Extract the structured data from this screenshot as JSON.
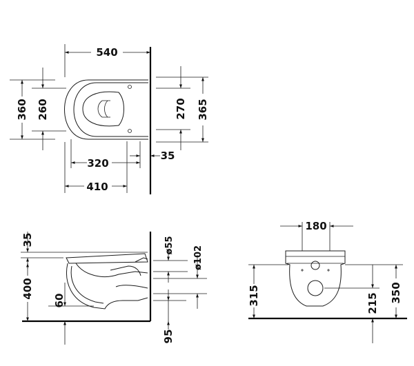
{
  "top_view": {
    "width_540": "540",
    "height_360": "360",
    "height_260": "260",
    "depth_320": "320",
    "depth_410": "410",
    "gap_35": "35",
    "height_270": "270",
    "height_365": "365"
  },
  "side_view": {
    "offset_35": "35",
    "height_400": "400",
    "height_60": "60",
    "dia_55": "ø55",
    "dia_102": "ø102",
    "floor_95": "95"
  },
  "front_view": {
    "width_180": "180",
    "height_315": "315",
    "height_215": "215",
    "height_350": "350"
  }
}
